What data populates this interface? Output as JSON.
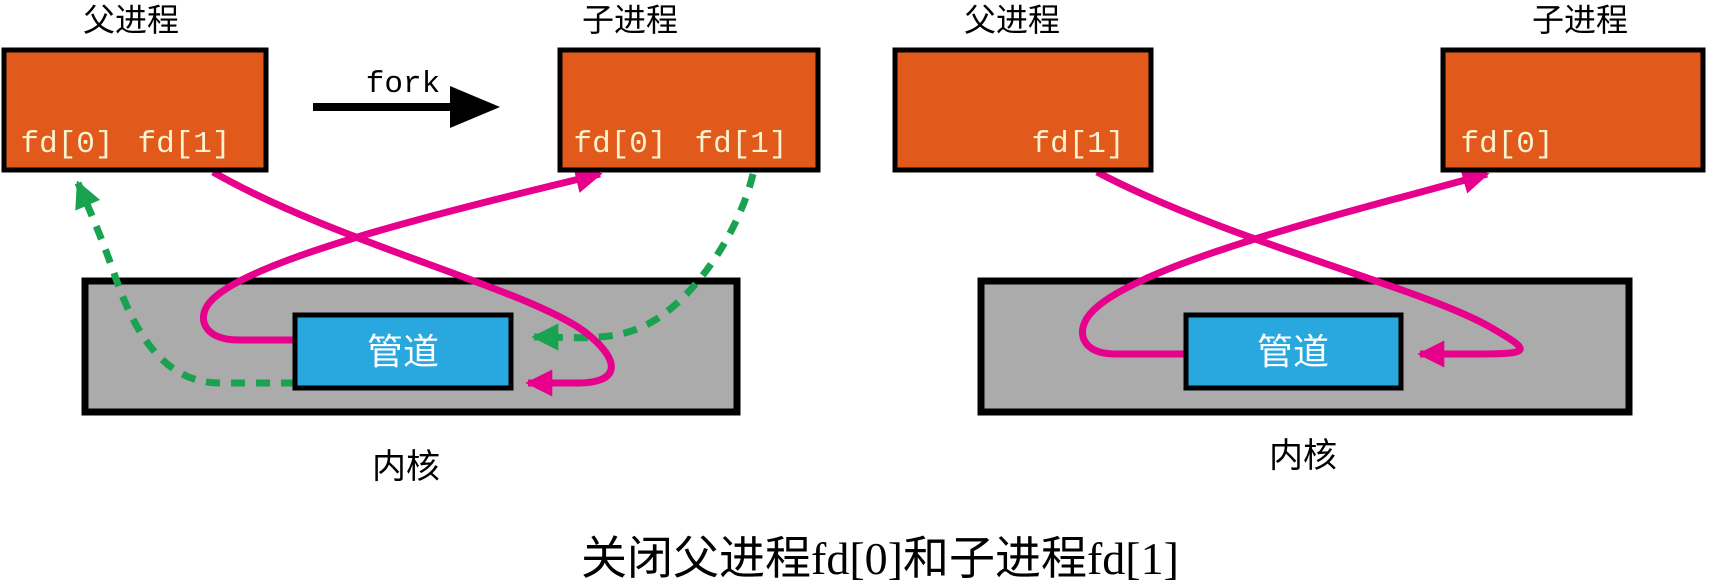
{
  "caption": "关闭父进程fd[0]和子进程fd[1]",
  "fork_label": "fork",
  "colors": {
    "orange": "#e2591c",
    "blue": "#29a8e0",
    "gray": "#ababab",
    "magenta": "#e6008c",
    "green": "#19a24f",
    "black": "#000000",
    "cream": "#fbf2cf",
    "white": "#ffffff",
    "bg": "#ffffff"
  },
  "left_diagram": {
    "parent": {
      "title": "父进程",
      "fds": [
        "fd[0]",
        "fd[1]"
      ]
    },
    "child": {
      "title": "子进程",
      "fds": [
        "fd[0]",
        "fd[1]"
      ]
    },
    "pipe_label": "管道",
    "kernel_label": "内核",
    "arrows": {
      "solid_magenta": [
        "parent fd[1] → pipe (write end)",
        "pipe → child fd[0] (read end)"
      ],
      "dashed_green": [
        "pipe → parent fd[0] (to be closed)",
        "child fd[1] → pipe (to be closed)"
      ]
    }
  },
  "right_diagram": {
    "parent": {
      "title": "父进程",
      "fds": [
        "fd[1]"
      ]
    },
    "child": {
      "title": "子进程",
      "fds": [
        "fd[0]"
      ]
    },
    "pipe_label": "管道",
    "kernel_label": "内核",
    "arrows": {
      "solid_magenta": [
        "parent fd[1] → pipe (write end)",
        "pipe → child fd[0] (read end)"
      ]
    }
  }
}
